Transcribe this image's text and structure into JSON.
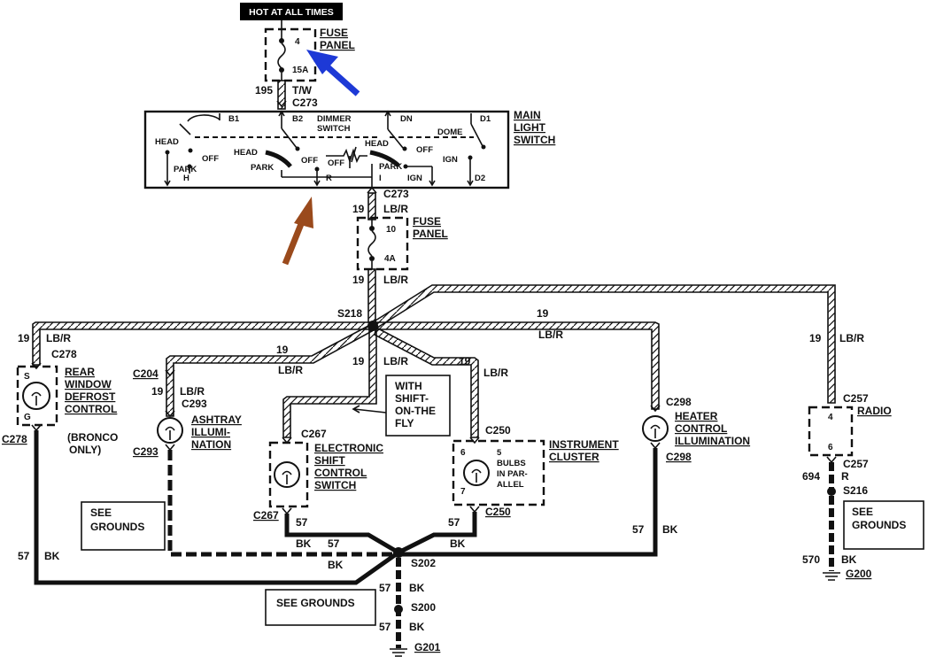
{
  "header": {
    "hot_label": "HOT AT ALL TIMES"
  },
  "fuse_top": {
    "slot": "4",
    "rating": "15A",
    "label_line1": "FUSE",
    "label_line2": "PANEL"
  },
  "wire_195": {
    "circuit": "195",
    "color": "T/W",
    "connector": "C273"
  },
  "main_switch": {
    "label_line1": "MAIN",
    "label_line2": "LIGHT",
    "label_line3": "SWITCH",
    "terminals": {
      "b1": "B1",
      "b2": "B2",
      "dn": "DN",
      "d1": "D1",
      "h": "H",
      "r": "R",
      "i": "I",
      "ign": "IGN",
      "d2": "D2"
    },
    "dimmer_line1": "DIMMER",
    "dimmer_line2": "SWITCH",
    "positions": {
      "head": "HEAD",
      "off": "OFF",
      "park": "PARK",
      "dome": "DOME",
      "ign": "IGN"
    }
  },
  "connector_c273_lower": "C273",
  "fuse_mid": {
    "slot": "10",
    "rating": "4A",
    "label_line1": "FUSE",
    "label_line2": "PANEL"
  },
  "wires": {
    "w19": "19",
    "lbr": "LB/R",
    "w57": "57",
    "bk": "BK",
    "w694": "694",
    "r": "R",
    "w570": "570"
  },
  "splices": {
    "s218": "S218",
    "s202": "S202",
    "s200": "S200",
    "s216": "S216"
  },
  "grounds": {
    "g201": "G201",
    "g200": "G200",
    "see_grounds_line1": "SEE",
    "see_grounds_line2": "GROUNDS",
    "see_grounds_inline": "SEE GROUNDS"
  },
  "connectors": {
    "c278": "C278",
    "c204": "C204",
    "c293": "C293",
    "c267": "C267",
    "c250": "C250",
    "c298": "C298",
    "c257": "C257"
  },
  "components": {
    "rear_defrost": {
      "line1": "REAR",
      "line2": "WINDOW",
      "line3": "DEFROST",
      "line4": "CONTROL",
      "note1": "(BRONCO",
      "note2": "ONLY)",
      "pin_s": "S",
      "pin_g": "G"
    },
    "ashtray": {
      "line1": "ASHTRAY",
      "line2": "ILLUMI-",
      "line3": "NATION"
    },
    "shift_switch": {
      "line1": "ELECTRONIC",
      "line2": "SHIFT",
      "line3": "CONTROL",
      "line4": "SWITCH"
    },
    "shift_note": {
      "line1": "WITH",
      "line2": "SHIFT-",
      "line3": "ON-THE",
      "line4": "FLY"
    },
    "cluster": {
      "line1": "INSTRUMENT",
      "line2": "CLUSTER",
      "pin_top": "6",
      "pin_bottom": "7",
      "bulbs1": "5",
      "bulbs2": "BULBS",
      "bulbs3": "IN PAR-",
      "bulbs4": "ALLEL"
    },
    "heater": {
      "line1": "HEATER",
      "line2": "CONTROL",
      "line3": "ILLUMINATION"
    },
    "radio": {
      "label": "RADIO",
      "pin_top": "4",
      "pin_bottom": "6"
    }
  },
  "arrows": {
    "blue": "#1d39d6",
    "brown": "#9a4a1c"
  }
}
